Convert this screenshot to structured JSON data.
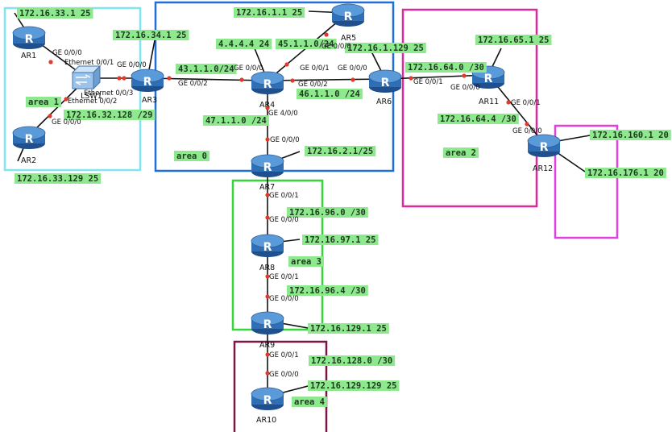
{
  "colors": {
    "area0": "#1f6fd6",
    "area1": "#7fe6f0",
    "area2": "#e0289a",
    "area3": "#36d636",
    "area4": "#7a1648",
    "area_ext": "#e040e0",
    "label_bg": "#8ee88e",
    "router_body": "#2f6fb6",
    "port_dot": "#e23a2a"
  },
  "routers": [
    {
      "id": "AR1",
      "name": "AR1"
    },
    {
      "id": "AR2",
      "name": "AR2"
    },
    {
      "id": "AR3",
      "name": "AR3"
    },
    {
      "id": "AR4",
      "name": "AR4"
    },
    {
      "id": "AR5",
      "name": "AR5"
    },
    {
      "id": "AR6",
      "name": "AR6"
    },
    {
      "id": "AR7",
      "name": "AR7"
    },
    {
      "id": "AR8",
      "name": "AR8"
    },
    {
      "id": "AR9",
      "name": "AR9"
    },
    {
      "id": "AR10",
      "name": "AR10"
    },
    {
      "id": "AR11",
      "name": "AR11"
    },
    {
      "id": "AR12",
      "name": "AR12"
    }
  ],
  "switch": {
    "id": "SW1",
    "name": "LSW1"
  },
  "areas": [
    {
      "id": "area1",
      "label": "area 1"
    },
    {
      "id": "area0",
      "label": "area 0"
    },
    {
      "id": "area2",
      "label": "area 2"
    },
    {
      "id": "area3",
      "label": "area 3"
    },
    {
      "id": "area4",
      "label": "area 4"
    }
  ],
  "addresses": [
    {
      "id": "ar1-lo",
      "text": "172.16.33.1 25"
    },
    {
      "id": "ar2-lo",
      "text": "172.16.33.129 25"
    },
    {
      "id": "sw-net",
      "text": "172.16.32.128 /29"
    },
    {
      "id": "ar3-lo",
      "text": "172.16.34.1 25"
    },
    {
      "id": "ar3-ar4",
      "text": "43.1.1.0/24"
    },
    {
      "id": "ar4-lo",
      "text": "4.4.4.4 24"
    },
    {
      "id": "ar5-lo",
      "text": "172.16.1.1 25"
    },
    {
      "id": "ar4-ar5",
      "text": "45.1.1.0/24"
    },
    {
      "id": "ar6-lo",
      "text": "172.16.1.129 25"
    },
    {
      "id": "ar4-ar6",
      "text": "46.1.1.0 /24"
    },
    {
      "id": "ar4-ar7",
      "text": "47.1.1.0 /24"
    },
    {
      "id": "ar7-lo",
      "text": "172.16.2.1/25"
    },
    {
      "id": "ar6-ar11",
      "text": "172.16.64.0 /30"
    },
    {
      "id": "ar11-lo",
      "text": "172.16.65.1 25"
    },
    {
      "id": "ar11-ar12",
      "text": "172.16.64.4 /30"
    },
    {
      "id": "ar12-lo1",
      "text": "172.16.160.1 20"
    },
    {
      "id": "ar12-lo2",
      "text": "172.16.176.1 20"
    },
    {
      "id": "ar7-ar8",
      "text": "172.16.96.0 /30"
    },
    {
      "id": "ar8-lo",
      "text": "172.16.97.1 25"
    },
    {
      "id": "ar8-ar9",
      "text": "172.16.96.4 /30"
    },
    {
      "id": "ar9-lo",
      "text": "172.16.129.1  25"
    },
    {
      "id": "ar9-ar10",
      "text": "172.16.128.0 /30"
    },
    {
      "id": "ar10-lo",
      "text": "172.16.129.129 25"
    }
  ],
  "ports": [
    {
      "id": "p1",
      "text": "GE 0/0/0"
    },
    {
      "id": "p2",
      "text": "Ethernet 0/0/1"
    },
    {
      "id": "p3",
      "text": "Ethernet 0/0/3"
    },
    {
      "id": "p4",
      "text": "Ethernet 0/0/2"
    },
    {
      "id": "p5",
      "text": "GE 0/0/0"
    },
    {
      "id": "p6",
      "text": "GE 0/0/0"
    },
    {
      "id": "p7",
      "text": "GE 0/0/2"
    },
    {
      "id": "p8",
      "text": "GE 0/0/0"
    },
    {
      "id": "p9",
      "text": "GE 0/0/1"
    },
    {
      "id": "p10",
      "text": "GE 0/0/0"
    },
    {
      "id": "p11",
      "text": "GE 0/0/2"
    },
    {
      "id": "p12",
      "text": "GE 0/0/0"
    },
    {
      "id": "p13",
      "text": "GE 4/0/0"
    },
    {
      "id": "p14",
      "text": "GE 0/0/0"
    },
    {
      "id": "p15",
      "text": "GE 0/0/1"
    },
    {
      "id": "p16",
      "text": "GE 0/0/0"
    },
    {
      "id": "p17",
      "text": "GE 0/0/1"
    },
    {
      "id": "p18",
      "text": "GE 0/0/0"
    },
    {
      "id": "p19",
      "text": "GE 0/0/1"
    },
    {
      "id": "p20",
      "text": "GE 0/0/0"
    },
    {
      "id": "p21",
      "text": "GE 0/0/1"
    },
    {
      "id": "p22",
      "text": "GE 0/0/0"
    },
    {
      "id": "p23",
      "text": "GE 0/0/1"
    },
    {
      "id": "p24",
      "text": "GE 0/0/0"
    }
  ]
}
